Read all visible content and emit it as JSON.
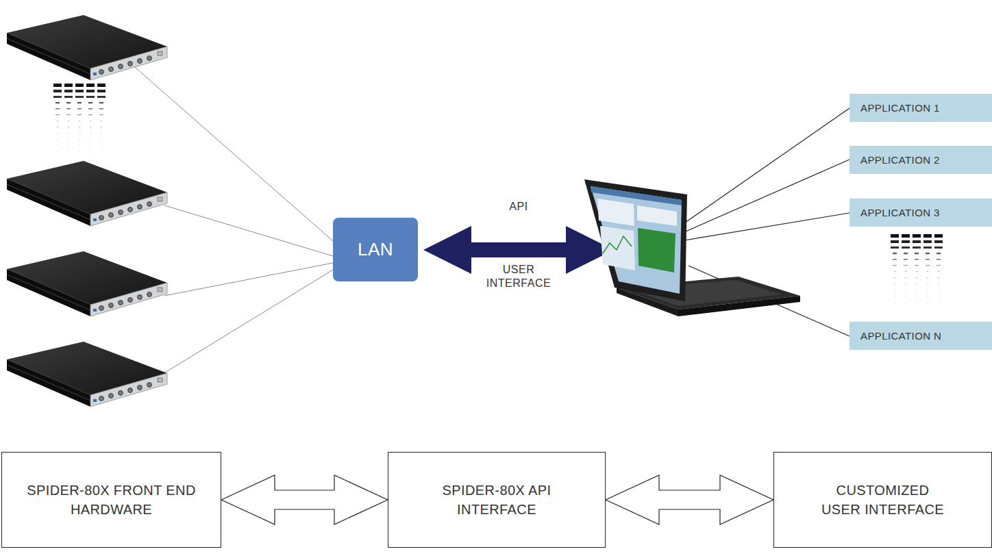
{
  "diagram": {
    "nodes": [
      {
        "text": [
          "LAN"
        ]
      },
      {
        "text": [
          "APPLICATION 1"
        ]
      },
      {
        "text": [
          "APPLICATION 2"
        ]
      },
      {
        "text": [
          "APPLICATION 3"
        ]
      },
      {
        "text": [
          "APPLICATION N"
        ]
      },
      {
        "text": [
          "SPIDER-80X FRONT END HARDWARE"
        ]
      },
      {
        "text": [
          "SPIDER-80X API INTERFACE"
        ]
      },
      {
        "text": [
          "CUSTOMIZED USER INTERFACE"
        ]
      }
    ],
    "edges": [
      {
        "from": 5,
        "to": 6,
        "arrow": "both"
      },
      {
        "from": 6,
        "to": 7,
        "arrow": "both"
      }
    ],
    "labels": [
      "API",
      "USER INTERFACE"
    ]
  }
}
